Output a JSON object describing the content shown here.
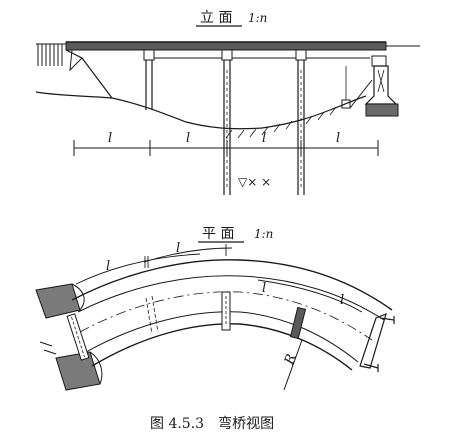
{
  "elevation": {
    "title": "立 面",
    "scale": "1:n",
    "span_label": "l",
    "water_mark": "▽× ×"
  },
  "plan": {
    "title": "平 面",
    "scale": "1:n",
    "span_label": "l",
    "radius_label": "R"
  },
  "caption": "图 4.5.3　弯桥视图",
  "colors": {
    "ink": "#1a1a1a",
    "paper": "#ffffff"
  }
}
